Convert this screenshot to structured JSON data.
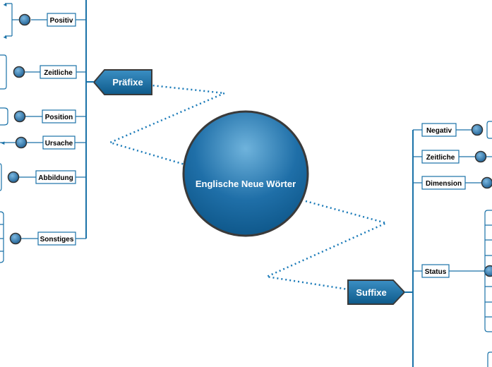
{
  "center": {
    "label": "Englische Neue Wörter"
  },
  "prefixes": {
    "label": "Präfixe",
    "items": [
      {
        "label": "Positiv"
      },
      {
        "label": "Zeitliche"
      },
      {
        "label": "Position"
      },
      {
        "label": "Ursache"
      },
      {
        "label": "Abbildung"
      },
      {
        "label": "Sonstiges"
      }
    ]
  },
  "suffixes": {
    "label": "Suffixe",
    "items": [
      {
        "label": "Negativ"
      },
      {
        "label": "Zeitliche"
      },
      {
        "label": "Dimension"
      },
      {
        "label": "Status"
      }
    ]
  },
  "colors": {
    "line": "#1a72a8",
    "dotted": "#1a7ab8",
    "node_dark": "#0e5a8a",
    "node_light": "#4aa0d0",
    "label_border": "#1a72a8",
    "circle_border": "#3a3a3a"
  },
  "icons": {
    "expand": "blue-dot-icon",
    "arrow": "left-arrow-icon"
  }
}
